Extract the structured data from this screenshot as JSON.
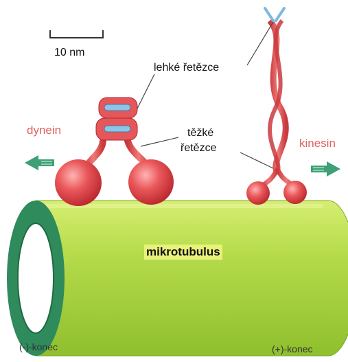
{
  "scale_bar": {
    "label": "10 nm"
  },
  "labels": {
    "light_chains": "lehké řetězce",
    "heavy_chains_line1": "těžké",
    "heavy_chains_line2": "řetězce",
    "dynein": "dynein",
    "kinesin": "kinesin",
    "microtubule": "mikrotubulus",
    "minus_end": "(-)-konec",
    "plus_end": "(+)-konec"
  },
  "colors": {
    "motor_red": "#e4575a",
    "microtubule_green": "#b8dc4a",
    "microtubule_dark": "#2f8a5c",
    "arrow_green": "#3f9f76",
    "label_red": "#e0605c",
    "light_chain_blue": "#8ec4e6"
  },
  "icons": {
    "left_arrow": "arrow-left-icon",
    "right_arrow": "arrow-right-icon"
  }
}
